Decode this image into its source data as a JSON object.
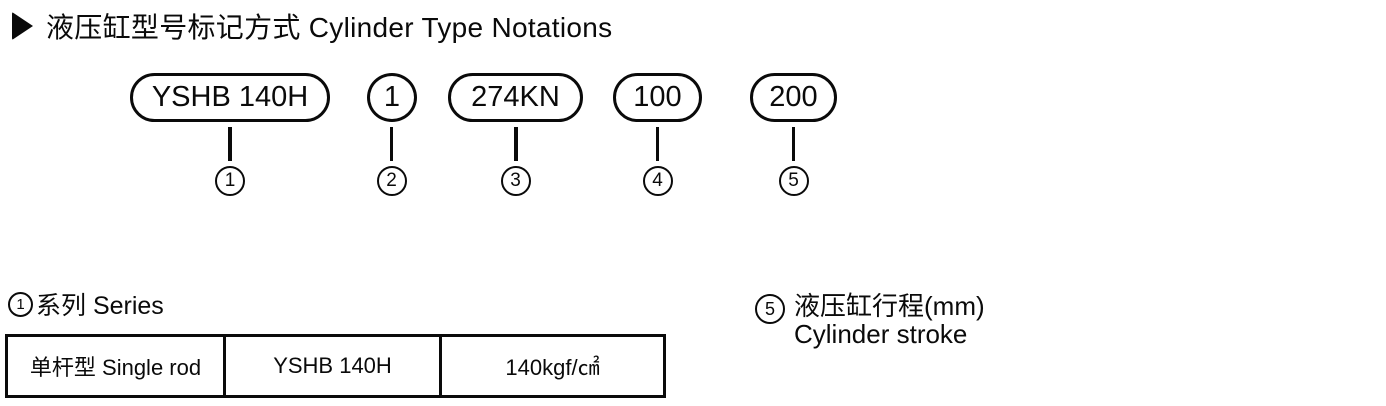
{
  "title": {
    "text": "液压缸型号标记方式 Cylinder Type Notations"
  },
  "notation": {
    "segments": [
      {
        "label": "YSHB 140H",
        "number": "1"
      },
      {
        "label": "1",
        "number": "2"
      },
      {
        "label": "274KN",
        "number": "3"
      },
      {
        "label": "100",
        "number": "4"
      },
      {
        "label": "200",
        "number": "5"
      }
    ]
  },
  "series_section": {
    "number": "1",
    "heading": "系列 Series",
    "table": {
      "cells": [
        "单杆型 Single rod",
        "YSHB 140H",
        "140kgf/㎠"
      ]
    }
  },
  "stroke_section": {
    "number": "5",
    "line1": "液压缸行程(mm)",
    "line2": "Cylinder stroke"
  },
  "colors": {
    "ink": "#0a0a0a",
    "background": "#ffffff"
  }
}
